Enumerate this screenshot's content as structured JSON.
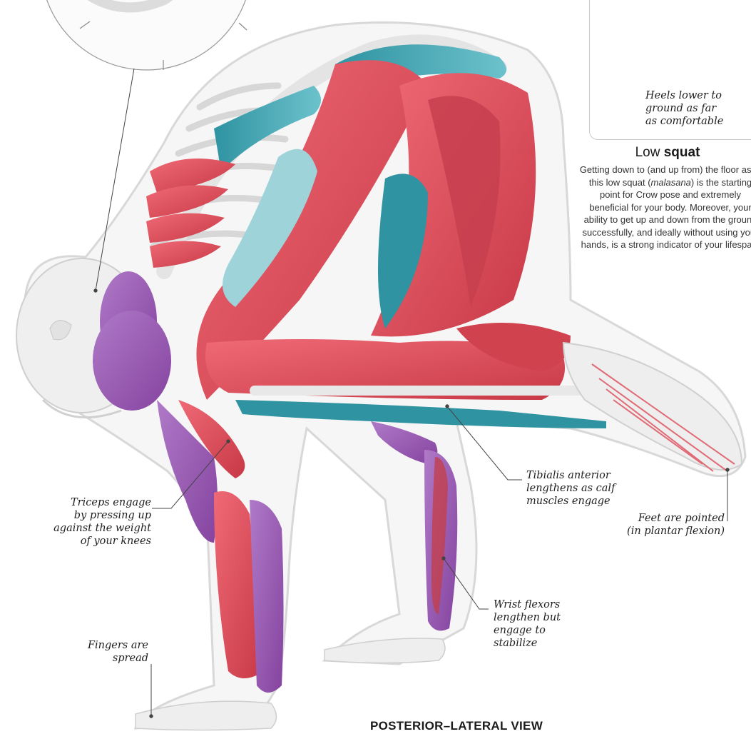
{
  "title": "POSTERIOR–LATERAL VIEW",
  "inset": {
    "caption": "Heels lower to\nground as far\nas comfortable",
    "title_prefix": "Low ",
    "title_bold": "squat",
    "body_pre": "Getting down to (and up from) the floor as in this low squat (",
    "body_italic": "malasana",
    "body_post": ") is the starting point for Crow pose and extremely beneficial for your body. Moreover, your ability to get up and down from the ground successfully, and ideally without using your hands, is a strong indicator of your lifespan."
  },
  "annotations": {
    "triceps": "Triceps engage\nby pressing up\nagainst the weight\nof your knees",
    "fingers": "Fingers are\nspread",
    "tibialis": "Tibialis anterior\nlengthens as calf\nmuscles engage",
    "feet": "Feet are pointed\n(in plantar flexion)",
    "wrist": "Wrist flexors\nlengthen but\nengage to\nstabilize"
  },
  "colors": {
    "muscle_red": "#e0505e",
    "muscle_dark": "#c23a49",
    "muscle_teal": "#3fa6b3",
    "muscle_light_teal": "#a9d8de",
    "muscle_purple": "#9a5bb5",
    "bone": "#ebebeb",
    "skin_outline": "#d6d6d6",
    "leader_line": "#444444"
  }
}
